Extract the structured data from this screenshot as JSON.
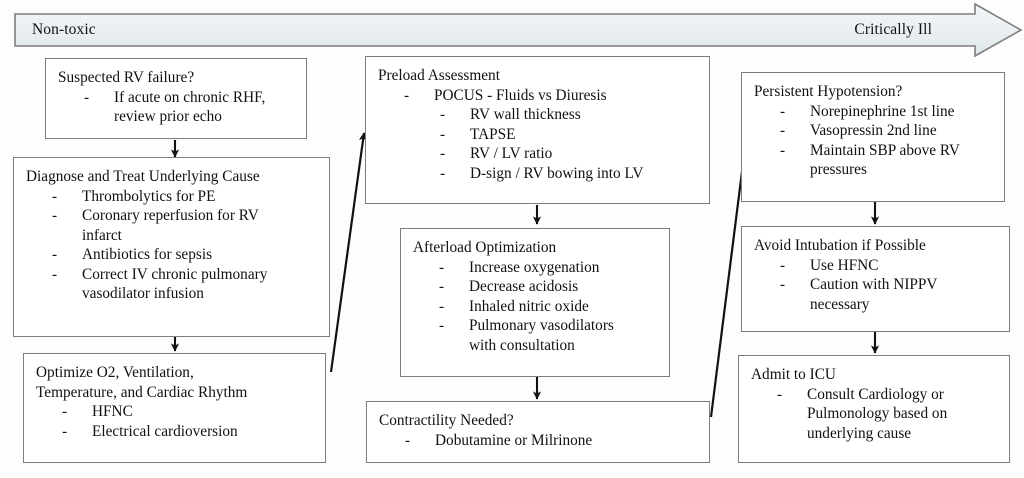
{
  "banner": {
    "left_label": "Non-toxic",
    "right_label": "Critically Ill",
    "fill_color": "#e8eef0",
    "stroke_color": "#7d7d7d"
  },
  "nodes": {
    "suspected_rv_failure": {
      "title": "Suspected RV failure?",
      "bullets": [
        {
          "dash": "-",
          "lines": [
            "If acute on chronic RHF,",
            "review prior echo"
          ]
        }
      ]
    },
    "diagnose_treat_cause": {
      "title": "Diagnose and Treat Underlying Cause",
      "bullets": [
        {
          "dash": "-",
          "lines": [
            "Thrombolytics for PE"
          ]
        },
        {
          "dash": "-",
          "lines": [
            "Coronary reperfusion for RV",
            "infarct"
          ]
        },
        {
          "dash": "-",
          "lines": [
            "Antibiotics for sepsis"
          ]
        },
        {
          "dash": "-",
          "lines": [
            "Correct IV chronic pulmonary",
            "vasodilator infusion"
          ]
        }
      ]
    },
    "optimize_o2": {
      "title_lines": [
        "Optimize O2, Ventilation,",
        "Temperature, and Cardiac Rhythm"
      ],
      "bullets": [
        {
          "dash": "-",
          "lines": [
            "HFNC"
          ]
        },
        {
          "dash": "-",
          "lines": [
            "Electrical cardioversion"
          ]
        }
      ]
    },
    "preload_assessment": {
      "title": "Preload Assessment",
      "bullets": [
        {
          "dash": "-",
          "lines": [
            "POCUS - Fluids vs Diuresis"
          ]
        }
      ],
      "subbullets": [
        {
          "dash": "-",
          "lines": [
            "RV wall thickness"
          ]
        },
        {
          "dash": "-",
          "lines": [
            "TAPSE"
          ]
        },
        {
          "dash": "-",
          "lines": [
            "RV / LV ratio"
          ]
        },
        {
          "dash": "-",
          "lines": [
            "D-sign / RV bowing into LV"
          ]
        }
      ]
    },
    "afterload_optimization": {
      "title": "Afterload Optimization",
      "bullets": [
        {
          "dash": "-",
          "lines": [
            "Increase oxygenation"
          ]
        },
        {
          "dash": "-",
          "lines": [
            "Decrease acidosis"
          ]
        },
        {
          "dash": "-",
          "lines": [
            "Inhaled nitric oxide"
          ]
        },
        {
          "dash": "-",
          "lines": [
            "Pulmonary vasodilators",
            "with consultation"
          ]
        }
      ]
    },
    "contractility_needed": {
      "title": "Contractility Needed?",
      "bullets": [
        {
          "dash": "-",
          "lines": [
            "Dobutamine or Milrinone"
          ]
        }
      ]
    },
    "persistent_hypotension": {
      "title": "Persistent Hypotension?",
      "bullets": [
        {
          "dash": "-",
          "lines": [
            "Norepinephrine 1st line"
          ]
        },
        {
          "dash": "-",
          "lines": [
            "Vasopressin 2nd line"
          ]
        },
        {
          "dash": "-",
          "lines": [
            "Maintain SBP above RV",
            "pressures"
          ]
        }
      ]
    },
    "avoid_intubation": {
      "title": "Avoid Intubation if Possible",
      "bullets": [
        {
          "dash": "-",
          "lines": [
            "Use HFNC"
          ]
        },
        {
          "dash": "-",
          "lines": [
            "Caution with NIPPV",
            "necessary"
          ]
        }
      ]
    },
    "admit_to_icu": {
      "title": "Admit to ICU",
      "bullets": [
        {
          "dash": "-",
          "lines": [
            "Consult Cardiology or",
            "Pulmonology based on",
            "underlying cause"
          ]
        }
      ]
    }
  }
}
